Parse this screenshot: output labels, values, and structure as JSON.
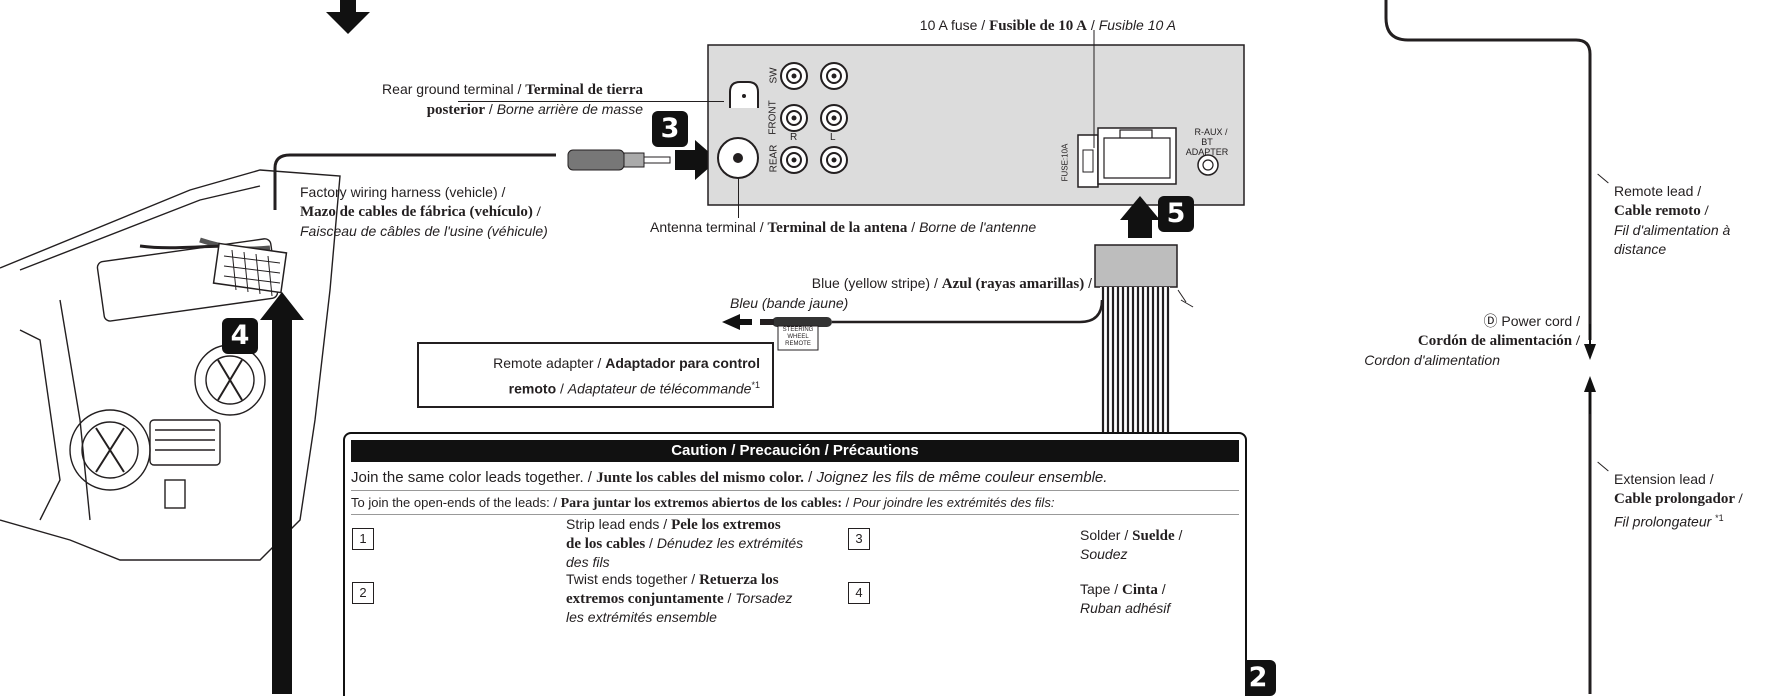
{
  "fuse_label": {
    "en": "10 A fuse",
    "es": "Fusible de 10 A",
    "fr": "Fusible 10 A"
  },
  "rear_ground": {
    "en": "Rear ground terminal",
    "es1": "Terminal de tierra",
    "es2": "posterior",
    "fr": "Borne arrière de masse"
  },
  "factory_harness": {
    "en": "Factory wiring harness (vehicle) /",
    "es": "Mazo de cables de fábrica (vehículo) /",
    "fr": "Faisceau de câbles de l'usine (véhicule)"
  },
  "antenna": {
    "en": "Antenna terminal",
    "es": "Terminal de la antena",
    "fr": "Borne de l'antenne"
  },
  "blue_lead": {
    "en": "Blue (yellow stripe)",
    "es": "Azul (rayas amarillas)",
    "fr": "Bleu (bande jaune)"
  },
  "remote_adapter": {
    "en": "Remote adapter",
    "es1": "Adaptador para control",
    "es2": "remoto",
    "fr": "Adaptateur de télécommande",
    "note": "*1"
  },
  "power_cord": {
    "marker": "Ⓓ",
    "en": "Power cord /",
    "es": "Cordón de alimentación /",
    "fr": "Cordon d'alimentation"
  },
  "remote_lead": {
    "en": "Remote lead /",
    "es": "Cable remoto /",
    "fr1": "Fil d'alimentation à",
    "fr2": "distance"
  },
  "extension_lead": {
    "en": "Extension lead /",
    "es": "Cable prolongador /",
    "fr": "Fil prolongateur",
    "note": "*1"
  },
  "unit_labels": {
    "sw": "SW",
    "front": "FRONT",
    "rear": "REAR",
    "r": "R",
    "l": "L",
    "fuse": "FUSE:10A",
    "raux": "R-AUX /",
    "bt": "BT ADAPTER"
  },
  "steering_tag": [
    "STEERING",
    "WHEEL",
    "REMOTE"
  ],
  "steps": {
    "s2": "2",
    "s3": "3",
    "s4": "4",
    "s5": "5"
  },
  "caution": {
    "title": "Caution / Precaución / Précautions",
    "line1": {
      "en": "Join the same color leads together.",
      "es": "Junte los cables del mismo color.",
      "fr": "Joignez les fils de même couleur ensemble."
    },
    "line2": {
      "en": "To join the open-ends of the leads:",
      "es": "Para juntar los extremos abiertos de los cables:",
      "fr": "Pour joindre les extrémités des fils:"
    },
    "steps": [
      {
        "num": "1",
        "en": "Strip lead ends",
        "es1": "Pele los extremos",
        "es2": "de los cables",
        "fr1": "Dénudez les extrémités",
        "fr2": "des fils"
      },
      {
        "num": "2",
        "en": "Twist ends together",
        "es1": "Retuerza los",
        "es2": "extremos conjuntamente",
        "fr1": "Torsadez",
        "fr2": "les extrémités ensemble"
      },
      {
        "num": "3",
        "en": "Solder",
        "es": "Suelde",
        "fr": "Soudez"
      },
      {
        "num": "4",
        "en": "Tape",
        "es": "Cinta",
        "fr": "Ruban adhésif"
      }
    ]
  },
  "colors": {
    "ink": "#231f20",
    "unit_panel": "#dcdcdc",
    "arrow": "#111111",
    "step_bg": "#111111"
  }
}
